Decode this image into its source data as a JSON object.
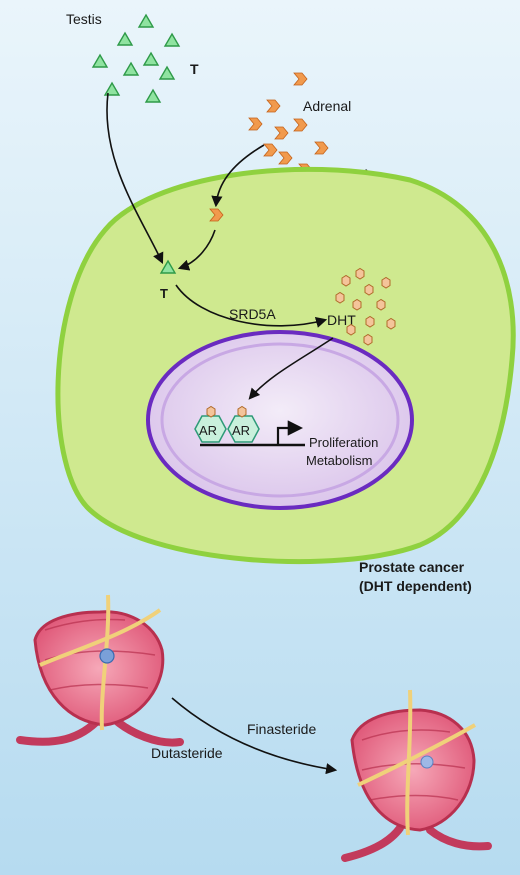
{
  "labels": {
    "testis": "Testis",
    "t_top": "T",
    "adrenal": "Adrenal",
    "dhea": "DHEA",
    "t_cell": "T",
    "srd5a": "SRD5A",
    "dht": "DHT",
    "ar1": "AR",
    "ar2": "AR",
    "proliferation": "Proliferation",
    "metabolism": "Metabolism",
    "prostate_cancer": "Prostate cancer",
    "dht_dependent": "(DHT dependent)",
    "finasteride": "Finasteride",
    "dutasteride": "Dutasteride"
  },
  "colors": {
    "background_top": "#e9f4fb",
    "background_bottom": "#b9ddf1",
    "cell_fill": "#cfe98f",
    "cell_stroke": "#8fd13f",
    "nucleus_fill": "#e6d4f0",
    "nucleus_stroke": "#6a2bc0",
    "testosterone": "#8fe3a0",
    "dhea": "#f19a4d",
    "dht": "#f4c49a",
    "ar": "#c9f0dc",
    "prostate": "#e04b6e"
  },
  "icons": {
    "testosterone": "triangle",
    "dhea": "chevron",
    "dht": "hexagon",
    "ar": "hexagon",
    "gene_start": "bent-arrow"
  }
}
